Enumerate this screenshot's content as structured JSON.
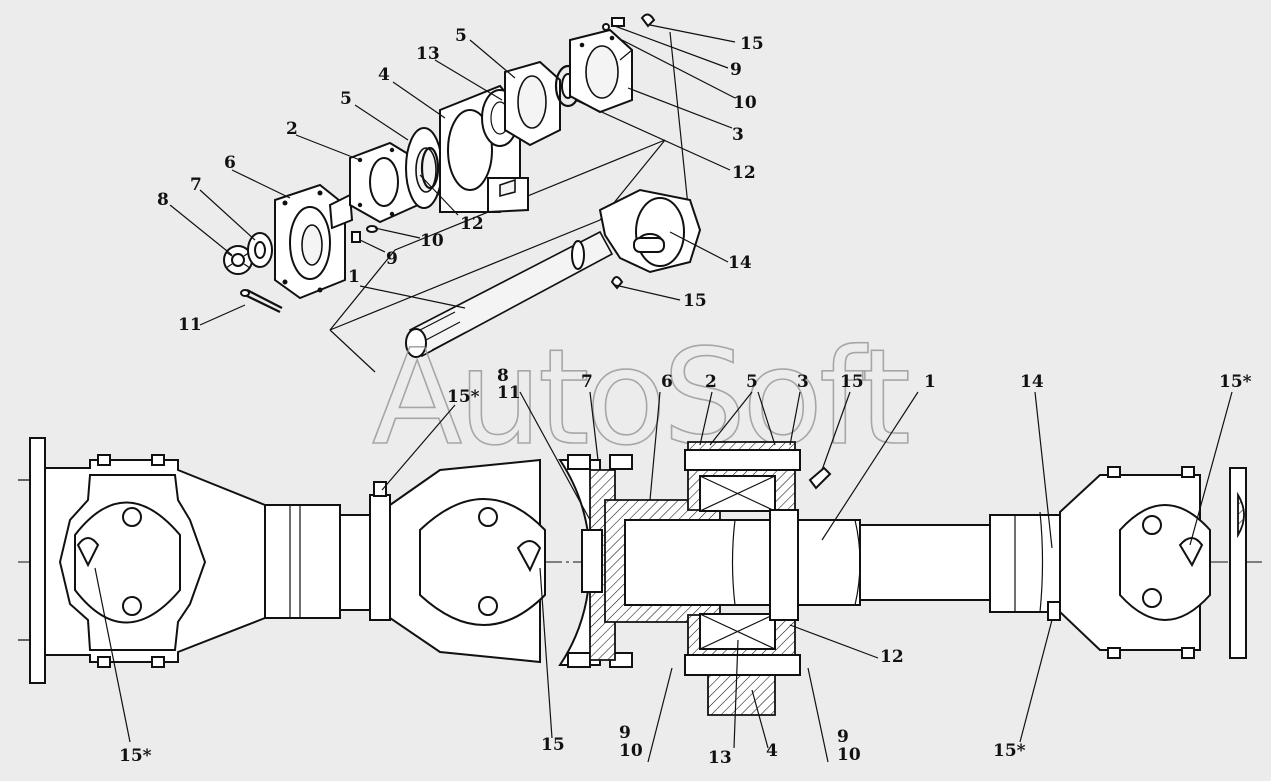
{
  "watermark": "AutoSoft",
  "labels": [
    {
      "id": "top-5a",
      "text": "5"
    },
    {
      "id": "top-13",
      "text": "13"
    },
    {
      "id": "top-4",
      "text": "4"
    },
    {
      "id": "top-5b",
      "text": "5"
    },
    {
      "id": "top-2",
      "text": "2"
    },
    {
      "id": "top-6",
      "text": "6"
    },
    {
      "id": "top-7",
      "text": "7"
    },
    {
      "id": "top-8",
      "text": "8"
    },
    {
      "id": "top-11",
      "text": "11"
    },
    {
      "id": "top-1",
      "text": "1"
    },
    {
      "id": "top-9a",
      "text": "9"
    },
    {
      "id": "top-10a",
      "text": "10"
    },
    {
      "id": "top-12a",
      "text": "12"
    },
    {
      "id": "top-15a",
      "text": "15"
    },
    {
      "id": "top-9b",
      "text": "9"
    },
    {
      "id": "top-10b",
      "text": "10"
    },
    {
      "id": "top-3",
      "text": "3"
    },
    {
      "id": "top-12b",
      "text": "12"
    },
    {
      "id": "top-14",
      "text": "14"
    },
    {
      "id": "top-15b",
      "text": "15"
    },
    {
      "id": "bot-15star-a",
      "text": "15*"
    },
    {
      "id": "bot-8",
      "text": "8"
    },
    {
      "id": "bot-11",
      "text": "11"
    },
    {
      "id": "bot-7",
      "text": "7"
    },
    {
      "id": "bot-6",
      "text": "6"
    },
    {
      "id": "bot-2",
      "text": "2"
    },
    {
      "id": "bot-5",
      "text": "5"
    },
    {
      "id": "bot-3",
      "text": "3"
    },
    {
      "id": "bot-15a",
      "text": "15"
    },
    {
      "id": "bot-1",
      "text": "1"
    },
    {
      "id": "bot-14",
      "text": "14"
    },
    {
      "id": "bot-15star-b",
      "text": "15*"
    },
    {
      "id": "bot-12",
      "text": "12"
    },
    {
      "id": "bot-15star-c",
      "text": "15*"
    },
    {
      "id": "bot-15b",
      "text": "15"
    },
    {
      "id": "bot-9a",
      "text": "9"
    },
    {
      "id": "bot-10a",
      "text": "10"
    },
    {
      "id": "bot-13",
      "text": "13"
    },
    {
      "id": "bot-4",
      "text": "4"
    },
    {
      "id": "bot-9b",
      "text": "9"
    },
    {
      "id": "bot-10b",
      "text": "10"
    },
    {
      "id": "bot-15star-d",
      "text": "15*"
    }
  ]
}
